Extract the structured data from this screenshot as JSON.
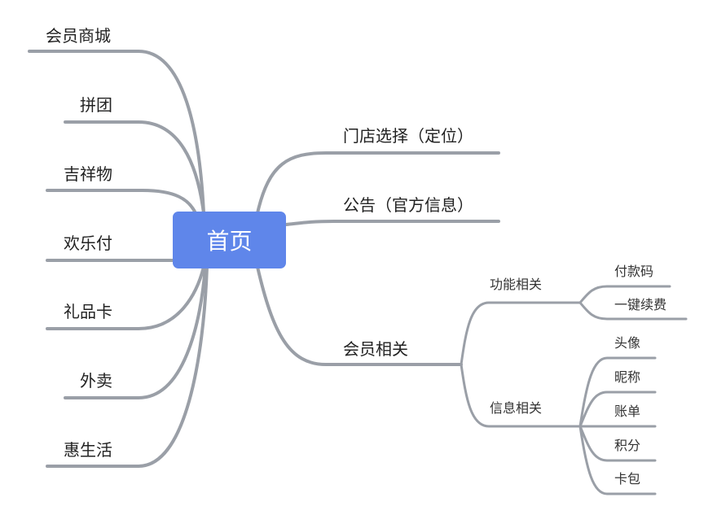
{
  "root": {
    "label": "首页"
  },
  "left_branches": [
    "会员商城",
    "拼团",
    "吉祥物",
    "欢乐付",
    "礼品卡",
    "外卖",
    "惠生活"
  ],
  "right_branches": [
    "门店选择（定位）",
    "公告（官方信息）",
    "会员相关"
  ],
  "member": {
    "function": {
      "label": "功能相关",
      "items": [
        "付款码",
        "一键续费"
      ]
    },
    "info": {
      "label": "信息相关",
      "items": [
        "头像",
        "昵称",
        "账单",
        "积分",
        "卡包"
      ]
    }
  },
  "colors": {
    "root_fill": "#5f86ea",
    "connector": "#9a9fa7",
    "root_text": "#ffffff",
    "text": "#222222"
  }
}
